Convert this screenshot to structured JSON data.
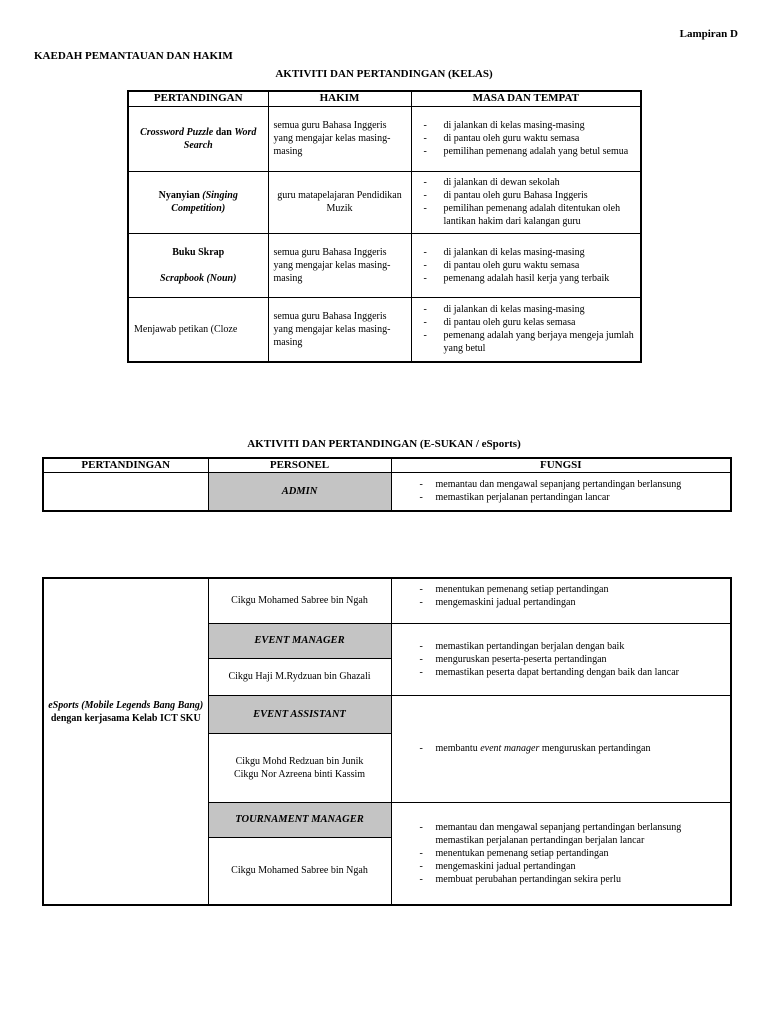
{
  "page": {
    "lampiran": "Lampiran D",
    "heading": "KAEDAH PEMANTAUAN DAN HAKIM"
  },
  "colors": {
    "cell_gray": "#c4c4c4"
  },
  "kelas": {
    "title": "AKTIVITI DAN PERTANDINGAN (KELAS)",
    "columns": [
      "PERTANDINGAN",
      "HAKIM",
      "MASA DAN TEMPAT"
    ],
    "rows": [
      {
        "name_parts": [
          "Crossword Puzzle",
          " dan ",
          "Word Search"
        ],
        "hakim": "semua guru Bahasa Inggeris yang mengajar kelas masing-masing",
        "masa": [
          "di jalankan di kelas masing-masing",
          "di pantau oleh guru waktu semasa",
          "pemilihan pemenang adalah yang betul semua"
        ]
      },
      {
        "name_parts": [
          "Nyanyian ",
          "(Singing Competition)"
        ],
        "hakim": "guru matapelajaran Pendidikan Muzik",
        "masa": [
          "di jalankan di dewan sekolah",
          "di pantau oleh guru Bahasa Inggeris",
          "pemilihan pemenang adalah ditentukan oleh lantikan hakim dari kalangan guru"
        ]
      },
      {
        "name_lines": [
          "Buku Skrap",
          "Scrapbook (Noun)"
        ],
        "hakim": "semua guru Bahasa Inggeris yang mengajar kelas masing-masing",
        "masa": [
          "di jalankan di kelas masing-masing",
          "di pantau oleh guru waktu semasa",
          "pemenang adalah hasil kerja yang terbaik"
        ]
      },
      {
        "name": "Menjawab petikan (Cloze",
        "hakim": "semua guru Bahasa Inggeris yang mengajar kelas masing-masing",
        "masa": [
          "di jalankan di kelas masing-masing",
          "di pantau oleh guru kelas semasa",
          "pemenang adalah yang berjaya mengeja jumlah yang betul"
        ]
      }
    ]
  },
  "esukan": {
    "title": "AKTIVITI DAN PERTANDINGAN (E-SUKAN / eSports)",
    "columns": [
      "PERTANDINGAN",
      "PERSONEL",
      "FUNGSI"
    ],
    "admin": {
      "pertandingan": "",
      "role": "ADMIN",
      "fungsi": [
        "memantau dan mengawal sepanjang pertandingan berlansung",
        "memastikan perjalanan pertandingan lancar"
      ]
    }
  },
  "esports": {
    "pertandingan_lines": [
      "eSports (Mobile Legends Bang Bang)",
      "dengan kerjasama Kelab ICT SKU"
    ],
    "personel": {
      "r1_person": "Cikgu Mohamed Sabree bin Ngah",
      "r2_role": "EVENT MANAGER",
      "r3_person": "Cikgu Haji M.Rydzuan bin Ghazali",
      "r4_role": "EVENT ASSISTANT",
      "r5_person_lines": [
        "Cikgu Mohd Redzuan bin Junik",
        "Cikgu Nor Azreena binti Kassim"
      ],
      "r6_role": "TOURNAMENT MANAGER",
      "r7_person": "Cikgu Mohamed Sabree bin Ngah"
    },
    "fungsi_a": [
      "menentukan pemenang setiap pertandingan",
      "mengemaskini jadual pertandingan"
    ],
    "fungsi_b": [
      "memastikan pertandingan berjalan dengan baik",
      "menguruskan peserta-peserta pertandingan",
      "memastikan peserta dapat bertanding dengan baik dan lancar"
    ],
    "fungsi_c_parts": [
      "membantu ",
      "event manager",
      " menguruskan pertandingan"
    ],
    "fungsi_d": {
      "bullet1_line1": "memantau dan mengawal sepanjang pertandingan berlansung",
      "bullet1_line2": "memastikan perjalanan pertandingan berjalan lancar",
      "rest": [
        "menentukan pemenang setiap pertandingan",
        "mengemaskini jadual pertandingan",
        "membuat perubahan pertandingan sekira perlu"
      ]
    }
  }
}
